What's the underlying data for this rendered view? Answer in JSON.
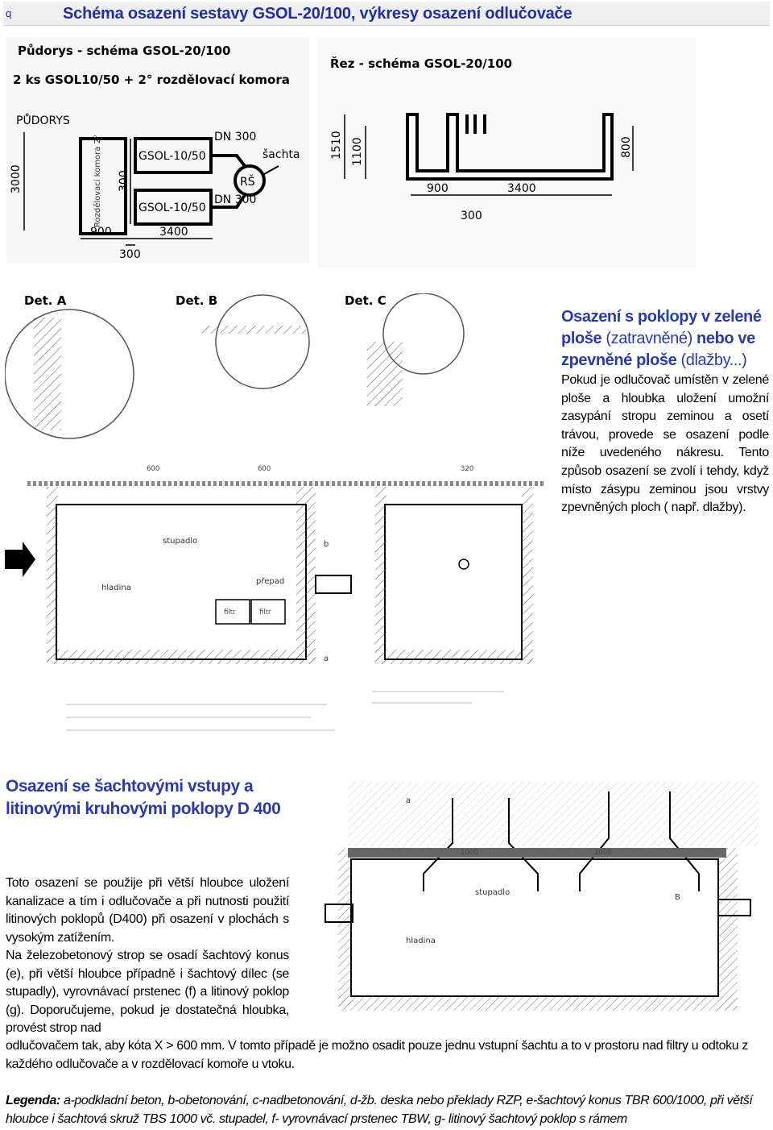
{
  "header": {
    "marker": "q",
    "title": "Schéma osazení sestavy GSOL-20/100, výkresy osazení odlučovače"
  },
  "plan_drawing": {
    "title": "Půdorys - schéma GSOL-20/100",
    "subtitle": "2 ks GSOL10/50  + 2° rozdělovací komora",
    "view_label": "PŮDORYS",
    "chamber_label": "Rozdělovací komora 2°",
    "separator_top": "GSOL-10/50",
    "separator_bottom": "GSOL-10/50",
    "pipe_top": "DN 300",
    "pipe_bottom": "DN 300",
    "manhole_label": "šachta",
    "rs_label": "RŠ",
    "dim_3000": "3000",
    "dim_300_v": "300",
    "dim_900": "900",
    "dim_3400": "3400",
    "dim_300_h": "300"
  },
  "section_drawing": {
    "title": "Řez - schéma GSOL-20/100",
    "dim_1510": "1510",
    "dim_1100": "1100",
    "dim_800": "800",
    "dim_900": "900",
    "dim_3400": "3400",
    "dim_300": "300"
  },
  "detail_drawing": {
    "det_a": "Det. A",
    "det_b": "Det. B",
    "det_c": "Det. C",
    "label_stupadlo": "stupadlo",
    "label_hladina": "hladina",
    "label_prepad": "přepad",
    "label_filtr_1": "filtr",
    "label_filtr_2": "filtr",
    "dim_600_1": "600",
    "dim_600_2": "600",
    "dim_320": "320",
    "note_a": "a",
    "note_b": "b"
  },
  "section1": {
    "head_bold_1": "Osazení s poklopy v zelené ploše",
    "head_normal_1": " (zatravněné) ",
    "head_bold_2": "nebo ve zpevněné ploše",
    "head_normal_2": " (dlažby...)",
    "text": "Pokud je odlučovač umístěn v zelené ploše a hloubka uložení umožní zasypání stropu zeminou a osetí trávou, provede se osazení podle níže uvedeného nákresu. Tento způsob osazení se zvolí i tehdy, když místo zásypu zeminou jsou vrstvy zpevněných ploch ( např. dlažby)."
  },
  "shaft_drawing": {
    "dim_1000_1": "1000",
    "dim_1000_2": "1000",
    "label_stupadlo": "stupadlo",
    "label_hladina": "hladina",
    "note_a": "a",
    "note_b": "B"
  },
  "section2": {
    "head": "Osazení se šachtovými vstupy a litinovými kruhovými poklopy D 400",
    "para1": "Toto osazení se použije při větší hloubce uložení kanalizace a tím i odlučovače a při nutnosti použití litinových poklopů (D400) při osazení v plochách s vysokým zatížením.",
    "para2": "Na železobetonový strop se osadí šachtový konus (e), při větší hloubce případně i šachtový dílec (se stupadly), vyrovnávací prstenec (f) a litinový poklop (g). Doporučujeme, pokud je dostatečná hloubka, provést strop nad",
    "wide": "odlučovačem tak, aby kóta X > 600 mm. V tomto případě je možno osadit pouze jednu vstupní šachtu a to v prostoru nad filtry u odtoku z každého odlučovače a v rozdělovací komoře u vtoku."
  },
  "legend": {
    "label": "Legenda:",
    "text": " a-podkladní beton, b-obetonování, c-nadbetonování, d-žb. deska nebo překlady RZP, e-šachtový konus TBR 600/1000, při větší hloubce i šachtová skruž TBS 1000 vč. stupadel, f- vyrovnávací prstenec TBW, g- litinový šachtový poklop s rámem"
  }
}
